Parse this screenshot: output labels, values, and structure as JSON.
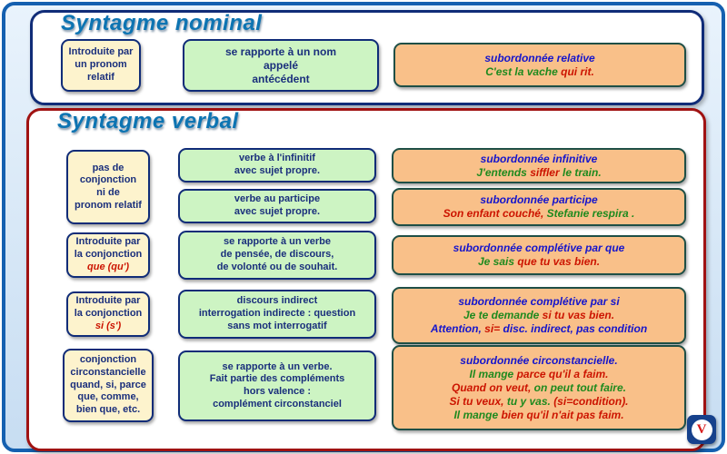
{
  "palette": {
    "navy": "#1a2f7c",
    "blue": "#1515cc",
    "red": "#cc1400",
    "green": "#1e8a1e",
    "outer_border": "#1560b0",
    "outer_bg_top": "#e9f3fc",
    "outer_bg_bottom": "#c7ddf2",
    "nominal_border": "#102c78",
    "verbal_border": "#a01212",
    "yellow_bg": "#fdf3cd",
    "green_bg": "#cdf4c3",
    "orange_bg": "#f9c089",
    "orange_border": "#1e4f46",
    "title_blue": "#0d74b2",
    "badge_bg": "#16418c",
    "badge_glyph": "#d81a1a"
  },
  "nominal": {
    "title": "Syntagme nominal",
    "intro": [
      [
        {
          "t": "Introduite par",
          "c": "navy"
        }
      ],
      [
        {
          "t": "un pronom",
          "c": "navy"
        }
      ],
      [
        {
          "t": "relatif",
          "c": "navy"
        }
      ]
    ],
    "function": [
      [
        {
          "t": "se rapporte à un nom",
          "c": "navy"
        }
      ],
      [
        {
          "t": "appelé",
          "c": "navy"
        }
      ],
      [
        {
          "t": "antécédent",
          "c": "navy"
        }
      ]
    ],
    "example": [
      [
        {
          "t": "subordonnée relative",
          "c": "blue"
        }
      ],
      [
        {
          "t": "C'est la vache ",
          "c": "green"
        },
        {
          "t": "qui rit.",
          "c": "red"
        }
      ]
    ]
  },
  "verbal": {
    "title": "Syntagme verbal",
    "no_conjunction": [
      [
        {
          "t": "pas de",
          "c": "navy"
        }
      ],
      [
        {
          "t": "conjonction",
          "c": "navy"
        }
      ],
      [
        {
          "t": "ni de",
          "c": "navy"
        }
      ],
      [
        {
          "t": "pronom relatif",
          "c": "navy"
        }
      ]
    ],
    "infinitive_function": [
      [
        {
          "t": "verbe à l'infinitif",
          "c": "navy"
        }
      ],
      [
        {
          "t": "avec sujet propre.",
          "c": "navy"
        }
      ]
    ],
    "infinitive_example": [
      [
        {
          "t": "subordonnée infinitive",
          "c": "blue"
        }
      ],
      [
        {
          "t": "J'entends ",
          "c": "green"
        },
        {
          "t": "siffler",
          "c": "red"
        },
        {
          "t": " le train.",
          "c": "green"
        }
      ]
    ],
    "participle_function": [
      [
        {
          "t": "verbe au participe",
          "c": "navy"
        }
      ],
      [
        {
          "t": "avec sujet propre.",
          "c": "navy"
        }
      ]
    ],
    "participle_example": [
      [
        {
          "t": "subordonnée participe",
          "c": "blue"
        }
      ],
      [
        {
          "t": "Son enfant couché,",
          "c": "red"
        },
        {
          "t": " Stefanie respira .",
          "c": "green"
        }
      ]
    ],
    "que_conjunction": [
      [
        {
          "t": "Introduite par",
          "c": "navy"
        }
      ],
      [
        {
          "t": "la conjonction",
          "c": "navy"
        }
      ],
      [
        {
          "t": "que (qu')",
          "c": "red"
        }
      ]
    ],
    "que_function": [
      [
        {
          "t": "se rapporte à un verbe",
          "c": "navy"
        }
      ],
      [
        {
          "t": "de pensée, de discours,",
          "c": "navy"
        }
      ],
      [
        {
          "t": "de volonté ou de souhait.",
          "c": "navy"
        }
      ]
    ],
    "que_example": [
      [
        {
          "t": "subordonnée complétive par que",
          "c": "blue"
        }
      ],
      [
        {
          "t": "Je sais ",
          "c": "green"
        },
        {
          "t": "que tu vas bien.",
          "c": "red"
        }
      ]
    ],
    "si_conjunction": [
      [
        {
          "t": "Introduite par",
          "c": "navy"
        }
      ],
      [
        {
          "t": "la conjonction",
          "c": "navy"
        }
      ],
      [
        {
          "t": "si (s')",
          "c": "red"
        }
      ]
    ],
    "si_function": [
      [
        {
          "t": "discours indirect",
          "c": "navy"
        }
      ],
      [
        {
          "t": "interrogation indirecte : question",
          "c": "navy"
        }
      ],
      [
        {
          "t": "sans mot interrogatif",
          "c": "navy"
        }
      ]
    ],
    "si_example": [
      [
        {
          "t": "subordonnée complétive par si",
          "c": "blue"
        }
      ],
      [
        {
          "t": "Je te demande ",
          "c": "green"
        },
        {
          "t": "si tu vas bien.",
          "c": "red"
        }
      ],
      [
        {
          "t": "Attention, ",
          "c": "blue"
        },
        {
          "t": "si=",
          "c": "red"
        },
        {
          "t": " disc. indirect, pas condition",
          "c": "blue"
        }
      ]
    ],
    "circ_conjunction": [
      [
        {
          "t": "conjonction",
          "c": "navy"
        }
      ],
      [
        {
          "t": "circonstancielle",
          "c": "navy"
        }
      ],
      [
        {
          "t": "quand, si, parce",
          "c": "navy"
        }
      ],
      [
        {
          "t": "que, comme,",
          "c": "navy"
        }
      ],
      [
        {
          "t": "bien que, etc.",
          "c": "navy"
        }
      ]
    ],
    "circ_function": [
      [
        {
          "t": "se rapporte à un verbe.",
          "c": "navy"
        }
      ],
      [
        {
          "t": "Fait partie des compléments",
          "c": "navy"
        }
      ],
      [
        {
          "t": "hors valence :",
          "c": "navy"
        }
      ],
      [
        {
          "t": "complément circonstanciel",
          "c": "navy"
        }
      ]
    ],
    "circ_example": [
      [
        {
          "t": "subordonnée circonstancielle.",
          "c": "blue"
        }
      ],
      [
        {
          "t": "Il mange ",
          "c": "green"
        },
        {
          "t": "parce qu'il a faim.",
          "c": "red"
        }
      ],
      [
        {
          "t": "Quand on veut,",
          "c": "red"
        },
        {
          "t": " on peut tout faire.",
          "c": "green"
        }
      ],
      [
        {
          "t": "Si tu veux,",
          "c": "red"
        },
        {
          "t": " tu y vas. ",
          "c": "green"
        },
        {
          "t": "(si=condition).",
          "c": "red"
        }
      ],
      [
        {
          "t": "Il mange ",
          "c": "green"
        },
        {
          "t": "bien qu'il n'ait pas faim.",
          "c": "red"
        }
      ]
    ]
  },
  "badge": {
    "glyph": "V"
  }
}
